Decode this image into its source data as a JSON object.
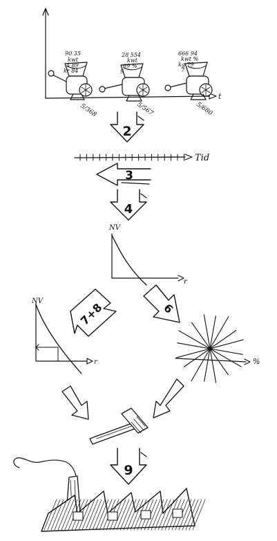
{
  "top_chart": {
    "x_axis_label": "t",
    "grinders": [
      {
        "readings": [
          "90 35",
          "kwt",
          "4 89",
          "kr 84"
        ],
        "output": "5/368"
      },
      {
        "readings": [
          "28 554",
          "kwt",
          "69 %",
          "9"
        ],
        "output": "5/567"
      },
      {
        "readings": [
          "666 94",
          "kwt %",
          "kg 79",
          "7"
        ],
        "output": "5/680"
      }
    ]
  },
  "timeline": {
    "label": "Tid"
  },
  "steps": {
    "s2": "2",
    "s3": "3",
    "s4": "4",
    "s78": "7+8",
    "s6": "6",
    "s9": "9"
  },
  "npv_chart": {
    "y_label": "NV",
    "x_label": "r"
  },
  "npv_chart_small": {
    "y_label": "NV",
    "x_label": "r"
  },
  "sensitivity_chart": {
    "x_label": "%"
  }
}
